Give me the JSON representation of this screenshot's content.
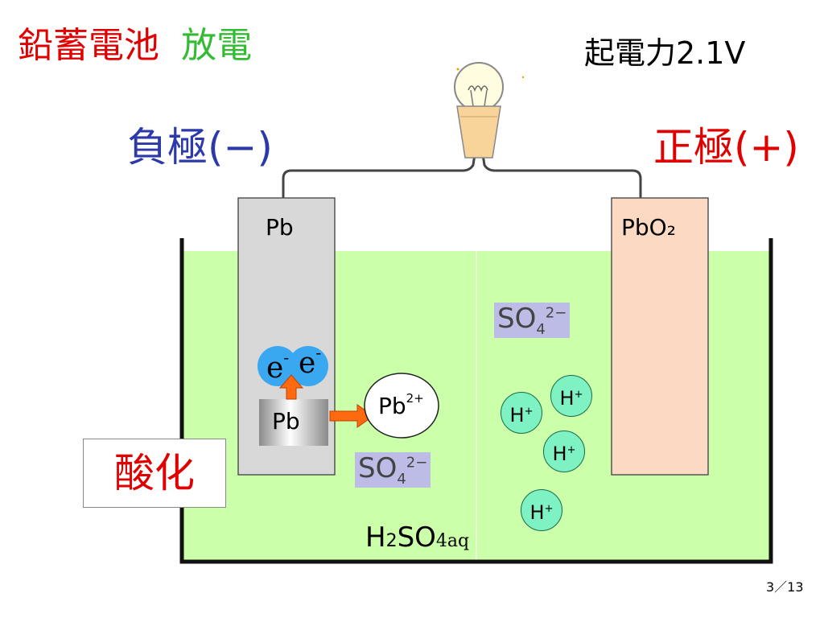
{
  "title": {
    "part1": "鉛蓄電池",
    "part2": "放電"
  },
  "emf": "起電力2.1V",
  "negative_label": "負極(−)",
  "positive_label": "正極(+)",
  "electrode_negative": "Pb",
  "electrode_positive": "PbO₂",
  "electrons": [
    "e",
    "e"
  ],
  "electron_charge": "-",
  "pb_block": "Pb",
  "pb_ion": {
    "base": "Pb",
    "charge": "2+"
  },
  "so4_left": {
    "base": "SO",
    "sub": "4",
    "charge": "2−"
  },
  "so4_right": {
    "base": "SO",
    "sub": "4",
    "charge": "2−"
  },
  "hplus": {
    "base": "H",
    "charge": "+"
  },
  "hplus_count": 4,
  "oxidation": "酸化",
  "electrolyte": {
    "h": "H",
    "sub2": "2",
    "so": "SO",
    "sub4": "4aq"
  },
  "page_number": "3／13",
  "colors": {
    "solution": "#ccffaa",
    "negative_plate": "#d8d8d8",
    "positive_plate": "#fbd9c3",
    "electron": "#3aa8f0",
    "arrow": "#ff6a10"
  }
}
